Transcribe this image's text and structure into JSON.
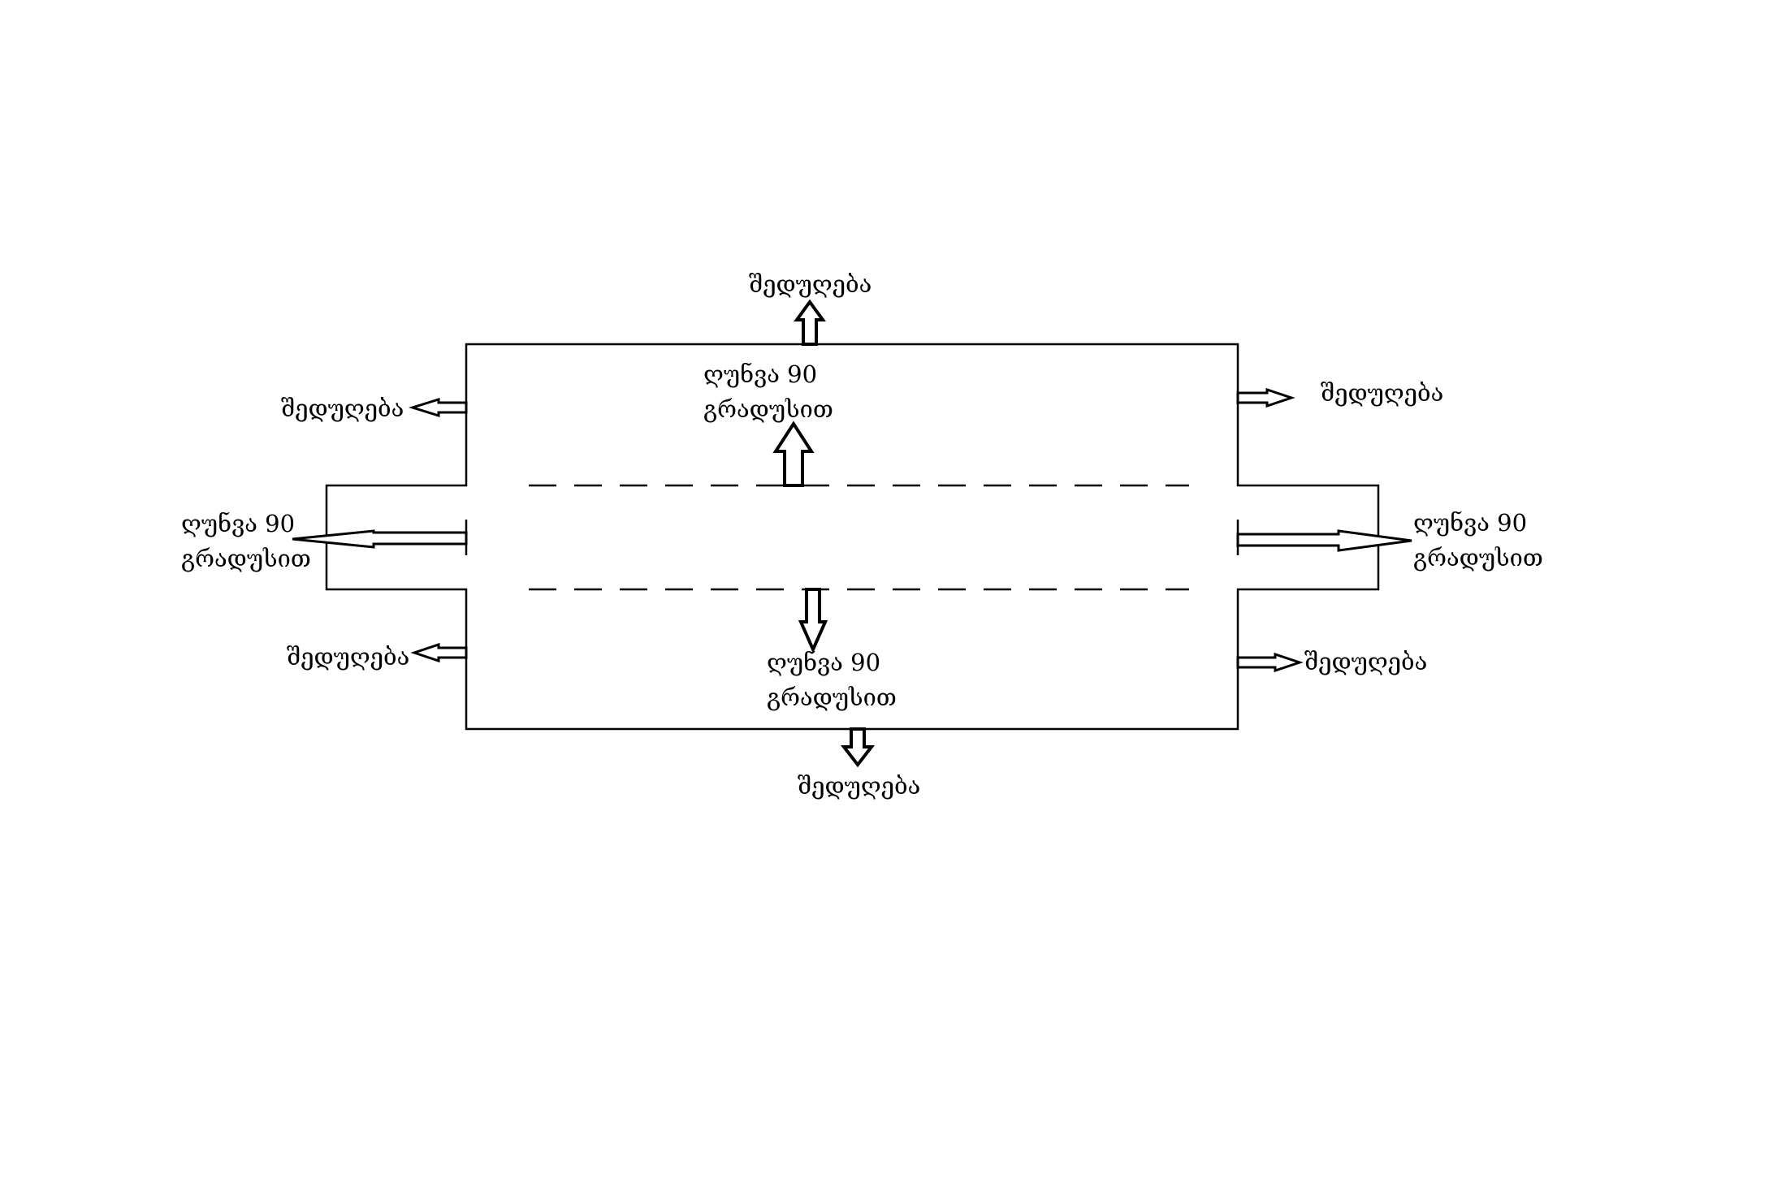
{
  "labels": {
    "heating": "შედუღება",
    "bend_line1": "ღუნვა 90",
    "bend_line2": "გრადუსით"
  },
  "colors": {
    "stroke": "#000000",
    "background": "#ffffff"
  }
}
